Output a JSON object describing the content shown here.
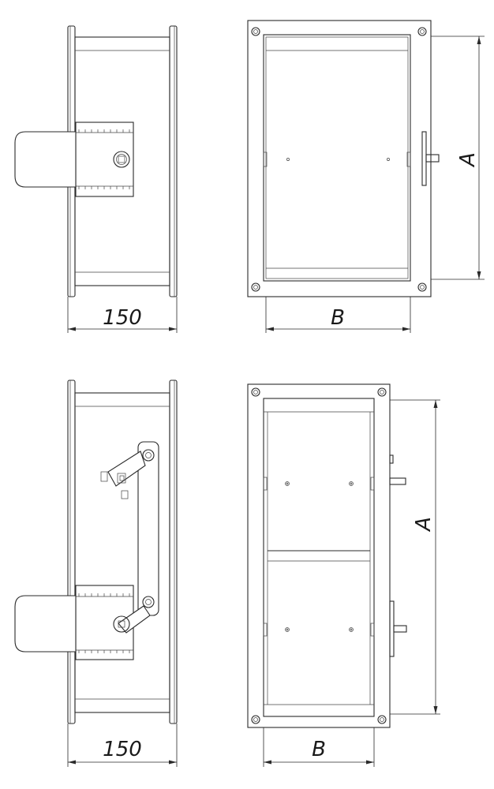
{
  "views": {
    "top_side": {
      "dimension_label": "150"
    },
    "top_front": {
      "dimension_a": "A",
      "dimension_b": "B"
    },
    "bottom_side": {
      "dimension_label": "150"
    },
    "bottom_front": {
      "dimension_a": "A",
      "dimension_b": "B"
    }
  },
  "colors": {
    "line": "#2a2a2a",
    "background": "#ffffff"
  }
}
